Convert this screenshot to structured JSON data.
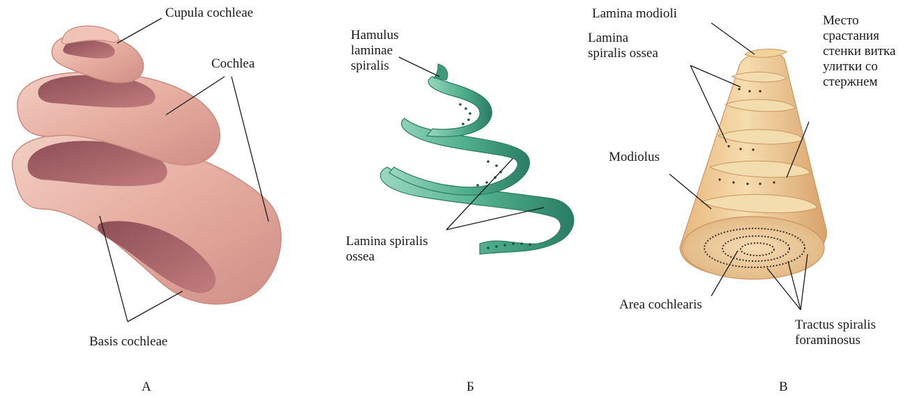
{
  "panels": [
    {
      "letter": "А",
      "labels": {
        "cupula": "Cupula cochleae",
        "cochlea": "Cochlea",
        "basis": "Basis cochleae"
      }
    },
    {
      "letter": "Б",
      "labels": {
        "hamulus": "Hamulus\nlaminae\nspiralis",
        "lamina": "Lamina spiralis\nossea"
      }
    },
    {
      "letter": "В",
      "labels": {
        "lamina_modioli": "Lamina modioli",
        "lamina_spiralis": "Lamina\nspiralis ossea",
        "mesto": "Место\nсрастания\nстенки витка\nулитки со\nстержнем",
        "modiolus": "Modiolus",
        "area": "Area cochlearis",
        "tractus": "Tractus spiralis\nforaminosus"
      }
    }
  ],
  "colors": {
    "cochlea_outer": "#e8b4a8",
    "cochlea_inner": "#b06a6e",
    "spiral_green": "#58b596",
    "spiral_dark": "#2e7f68",
    "modiolus_fill": "#f0d3a0",
    "modiolus_edge": "#c99560"
  }
}
